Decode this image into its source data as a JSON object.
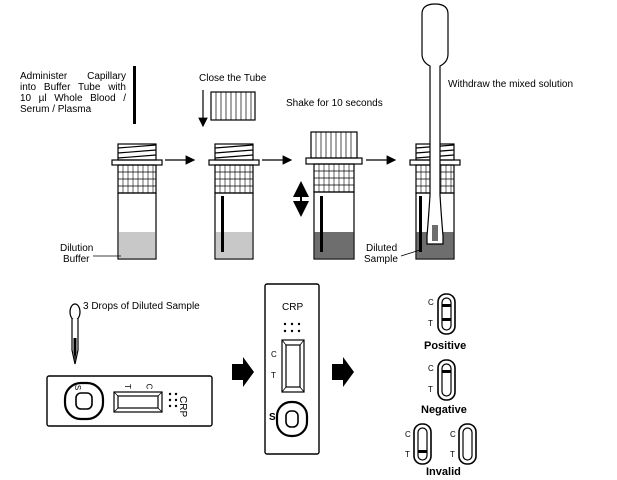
{
  "steps": {
    "step1": [
      "Administer Capillary",
      "into Buffer Tube with",
      "10 µl Whole Blood /",
      "Serum / Plasma"
    ],
    "close_tube": "Close the Tube",
    "shake": "Shake for 10 seconds",
    "withdraw": "Withdraw the mixed solution",
    "dilution_buffer": [
      "Dilution",
      "Buffer"
    ],
    "diluted_sample": [
      "Diluted",
      "Sample"
    ],
    "three_drops": "3 Drops of Diluted Sample"
  },
  "cassette": {
    "name": "CRP",
    "sample_mark": "S",
    "control_mark": "C",
    "test_mark": "T"
  },
  "results": {
    "positive": "Positive",
    "negative": "Negative",
    "invalid": "Invalid"
  },
  "colors": {
    "line": "#000000",
    "buffer": "#c8c8c8",
    "mixed": "#6e6e6e",
    "cap": "#ffffff"
  }
}
